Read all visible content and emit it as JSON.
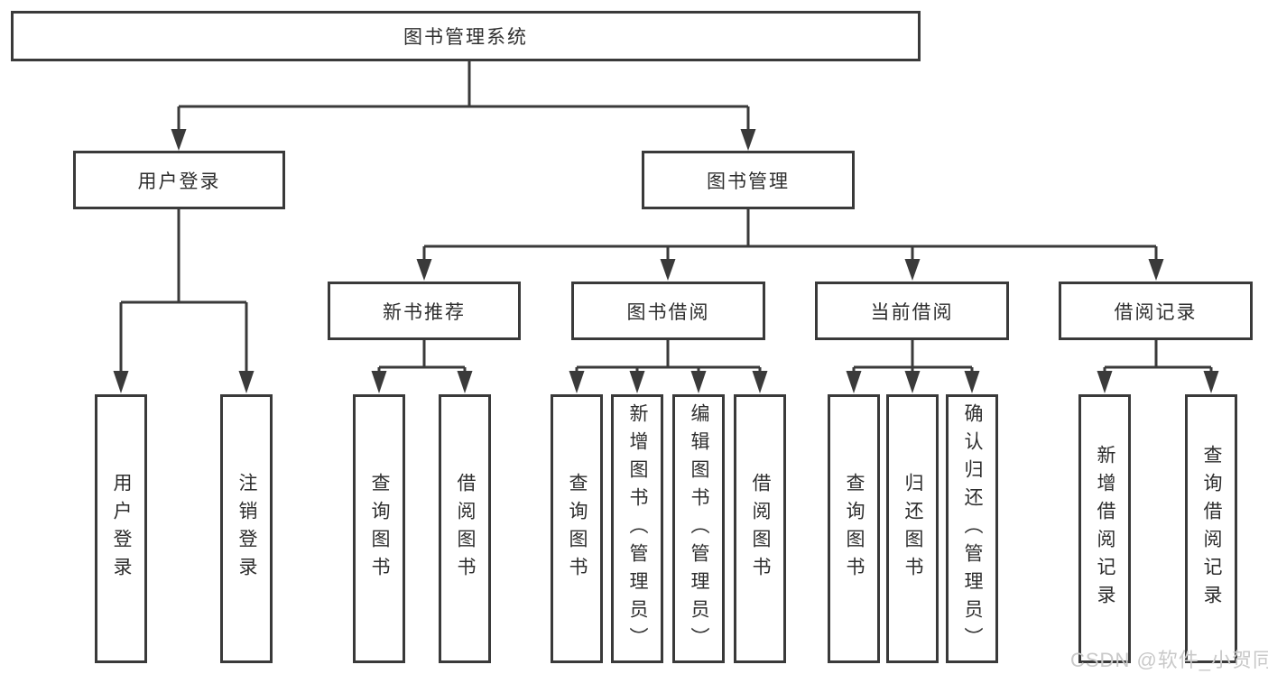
{
  "root": {
    "label": "图书管理系统"
  },
  "branches": {
    "user_login": {
      "label": "用户登录",
      "children": {
        "login": "用户登录",
        "logout": "注销登录"
      }
    },
    "book_mgmt": {
      "label": "图书管理"
    },
    "new_book": {
      "label": "新书推荐",
      "children": {
        "query": "查询图书",
        "borrow": "借阅图书"
      }
    },
    "book_borrow": {
      "label": "图书借阅",
      "children": {
        "query": "查询图书",
        "add": "新增图书（管理员）",
        "edit": "编辑图书（管理员）",
        "borrow": "借阅图书"
      }
    },
    "current_borrow": {
      "label": "当前借阅",
      "children": {
        "query": "查询图书",
        "return": "归还图书",
        "confirm": "确认归还（管理员）"
      }
    },
    "borrow_record": {
      "label": "借阅记录",
      "children": {
        "add": "新增借阅记录",
        "query": "查询借阅记录"
      }
    }
  },
  "watermark": "CSDN @软件_小贺同学",
  "colors": {
    "line": "#3a3a3a",
    "text": "#2e2e2e",
    "box_fill": "#ffffff",
    "background": "#ffffff",
    "watermark": "#c9c9c9"
  }
}
